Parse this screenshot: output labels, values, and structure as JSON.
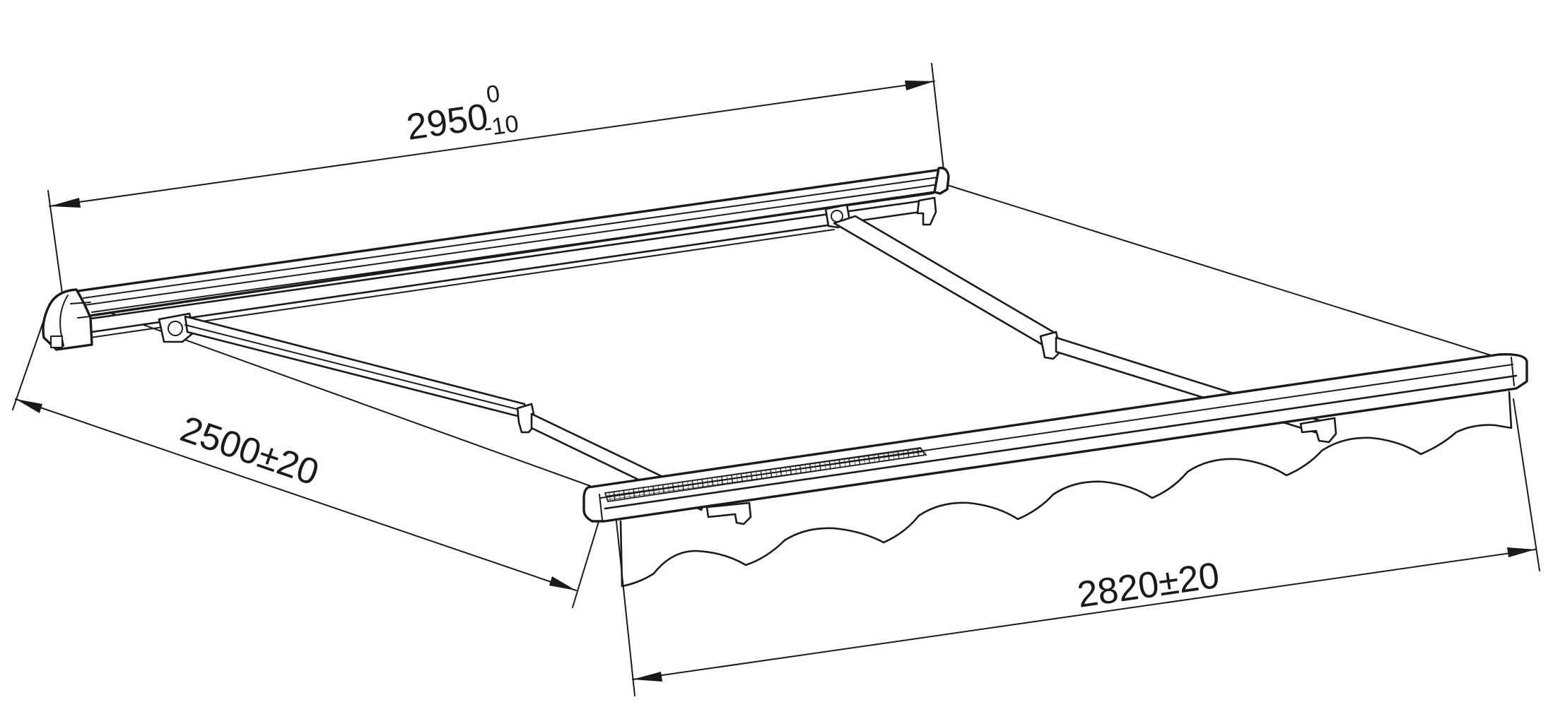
{
  "dimensions": {
    "width_total": {
      "value": "2950",
      "tol_upper": "0",
      "tol_lower": "-10"
    },
    "projection": {
      "label": "2500±20"
    },
    "front_bar": {
      "label": "2820±20"
    }
  },
  "colors": {
    "line": "#1a1a1a",
    "background": "#ffffff"
  }
}
